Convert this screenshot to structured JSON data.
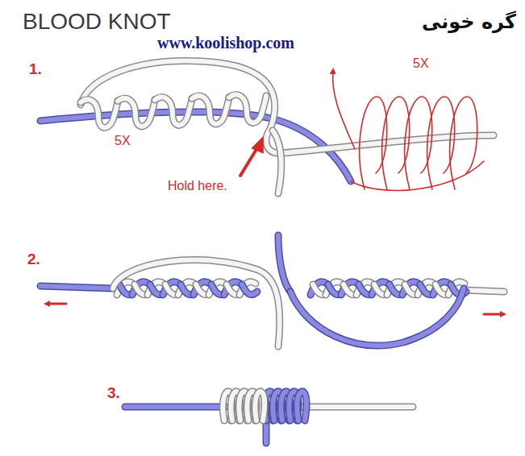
{
  "diagram": {
    "title": "BLOOD KNOT",
    "labels": [
      "گره خونی",
      "www.koolishop.com",
      "1.",
      "5X",
      "5X",
      "Hold here.",
      "2.",
      "3."
    ]
  }
}
